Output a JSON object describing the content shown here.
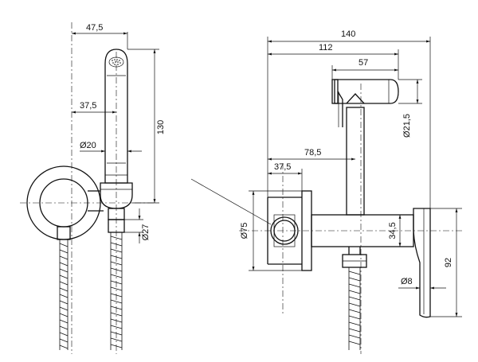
{
  "dimensions": {
    "left_width_total": "47,5",
    "left_handset_offset": "37,5",
    "left_height": "130",
    "left_handset_diameter": "Ø20",
    "left_hose_diameter": "Ø27",
    "right_total_width": "140",
    "right_width_112": "112",
    "right_width_57": "57",
    "right_head_diameter": "Ø21,5",
    "right_offset_78": "78,5",
    "right_offset_37": "37,5",
    "right_plate_diameter": "Ø75",
    "right_valve_height": "34,5",
    "right_handle_height": "92",
    "right_handle_diameter": "Ø8"
  }
}
